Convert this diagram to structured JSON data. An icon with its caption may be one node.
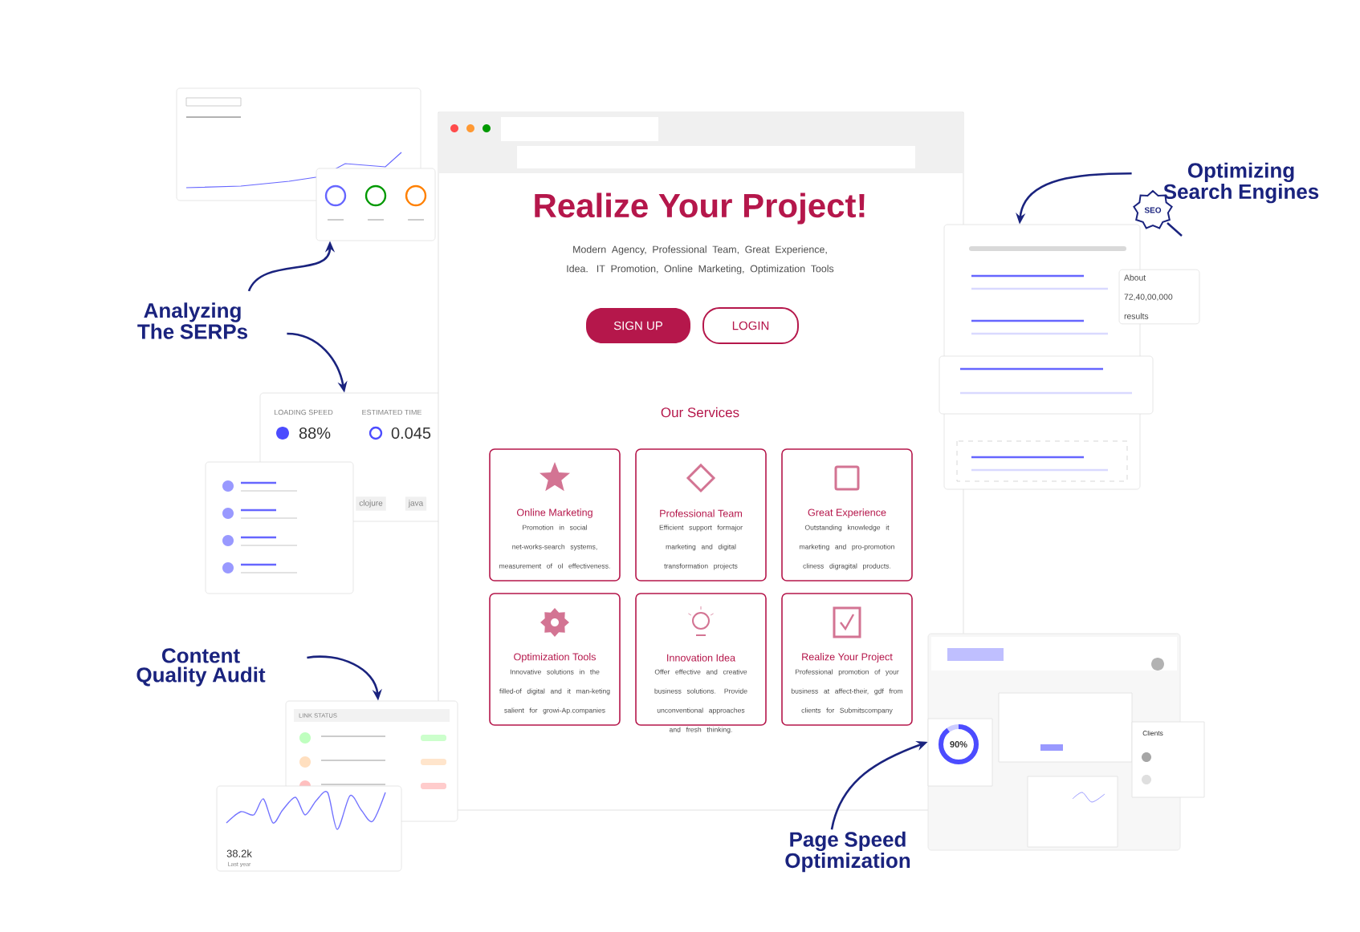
{
  "diagram": {
    "nodes": [
      {
        "text": [],
        "shape": "picture"
      },
      {
        "text": [
          "Analyzing The SERPs"
        ]
      },
      {
        "text": [
          "LOADING SPEED",
          "88%",
          "ESTIMATED TIME",
          "0.045",
          "clojure",
          "java"
        ]
      },
      {
        "text": [],
        "shape": "picture"
      },
      {
        "text": [
          "Realize Your Project!",
          "Modern Agency, Professional Team, Great Experience, Idea. IT Promotion, Online Marketing, Optimization Tools",
          "Our Services"
        ]
      },
      {
        "text": [
          "SIGN UP"
        ],
        "in": 4
      },
      {
        "text": [
          "LOGIN"
        ],
        "in": 4
      },
      {
        "text": [
          "Online Marketing",
          "Promotion in social net-works-search systems, measurement of ol effectiveness."
        ],
        "in": 4
      },
      {
        "text": [
          "Professional Team",
          "Efficient support formajor marketing and digital transformation projects"
        ],
        "in": 4
      },
      {
        "text": [
          "Great Experience",
          "Outstanding knowledge it marketing and pro-promotion cliness digragital products."
        ],
        "in": 4
      },
      {
        "text": [
          "Optimization Tools",
          "Innovative solutions in the filled-of digital and it man-keting salient for growi-Ap.companies"
        ],
        "in": 4
      },
      {
        "text": [
          "Innovation Idea",
          "Offer effective and creative business solutions. Provide unconventional approaches and fresh thinking."
        ],
        "in": 4
      },
      {
        "text": [
          "Realize Your Project",
          "Professional promotion of your business at affect-their, gdf from clients for Submitscompany"
        ],
        "in": 4
      },
      {
        "text": [
          "Optimizing Search Engines"
        ]
      },
      {
        "text": [],
        "shape": "picture"
      },
      {
        "text": [
          "About 72,40,00,000 results"
        ]
      },
      {
        "text": [
          "Content Quality Audit"
        ]
      },
      {
        "text": [
          "LINK STATUS"
        ]
      },
      {
        "text": [
          "38.2k",
          "Last year"
        ]
      },
      {
        "text": [
          "Page Speed Optimization"
        ]
      },
      {
        "text": [
          "90%",
          "Clients"
        ]
      }
    ],
    "edges": [
      {
        "from": 1,
        "to": 0,
        "arrow": "to"
      },
      {
        "from": 1,
        "to": 2,
        "arrow": "to"
      },
      {
        "from": 13,
        "to": 14,
        "arrow": "to"
      },
      {
        "from": 16,
        "to": 17,
        "arrow": "to"
      },
      {
        "from": 19,
        "to": 20,
        "arrow": "to"
      }
    ],
    "labels": [
      "SEO"
    ]
  }
}
